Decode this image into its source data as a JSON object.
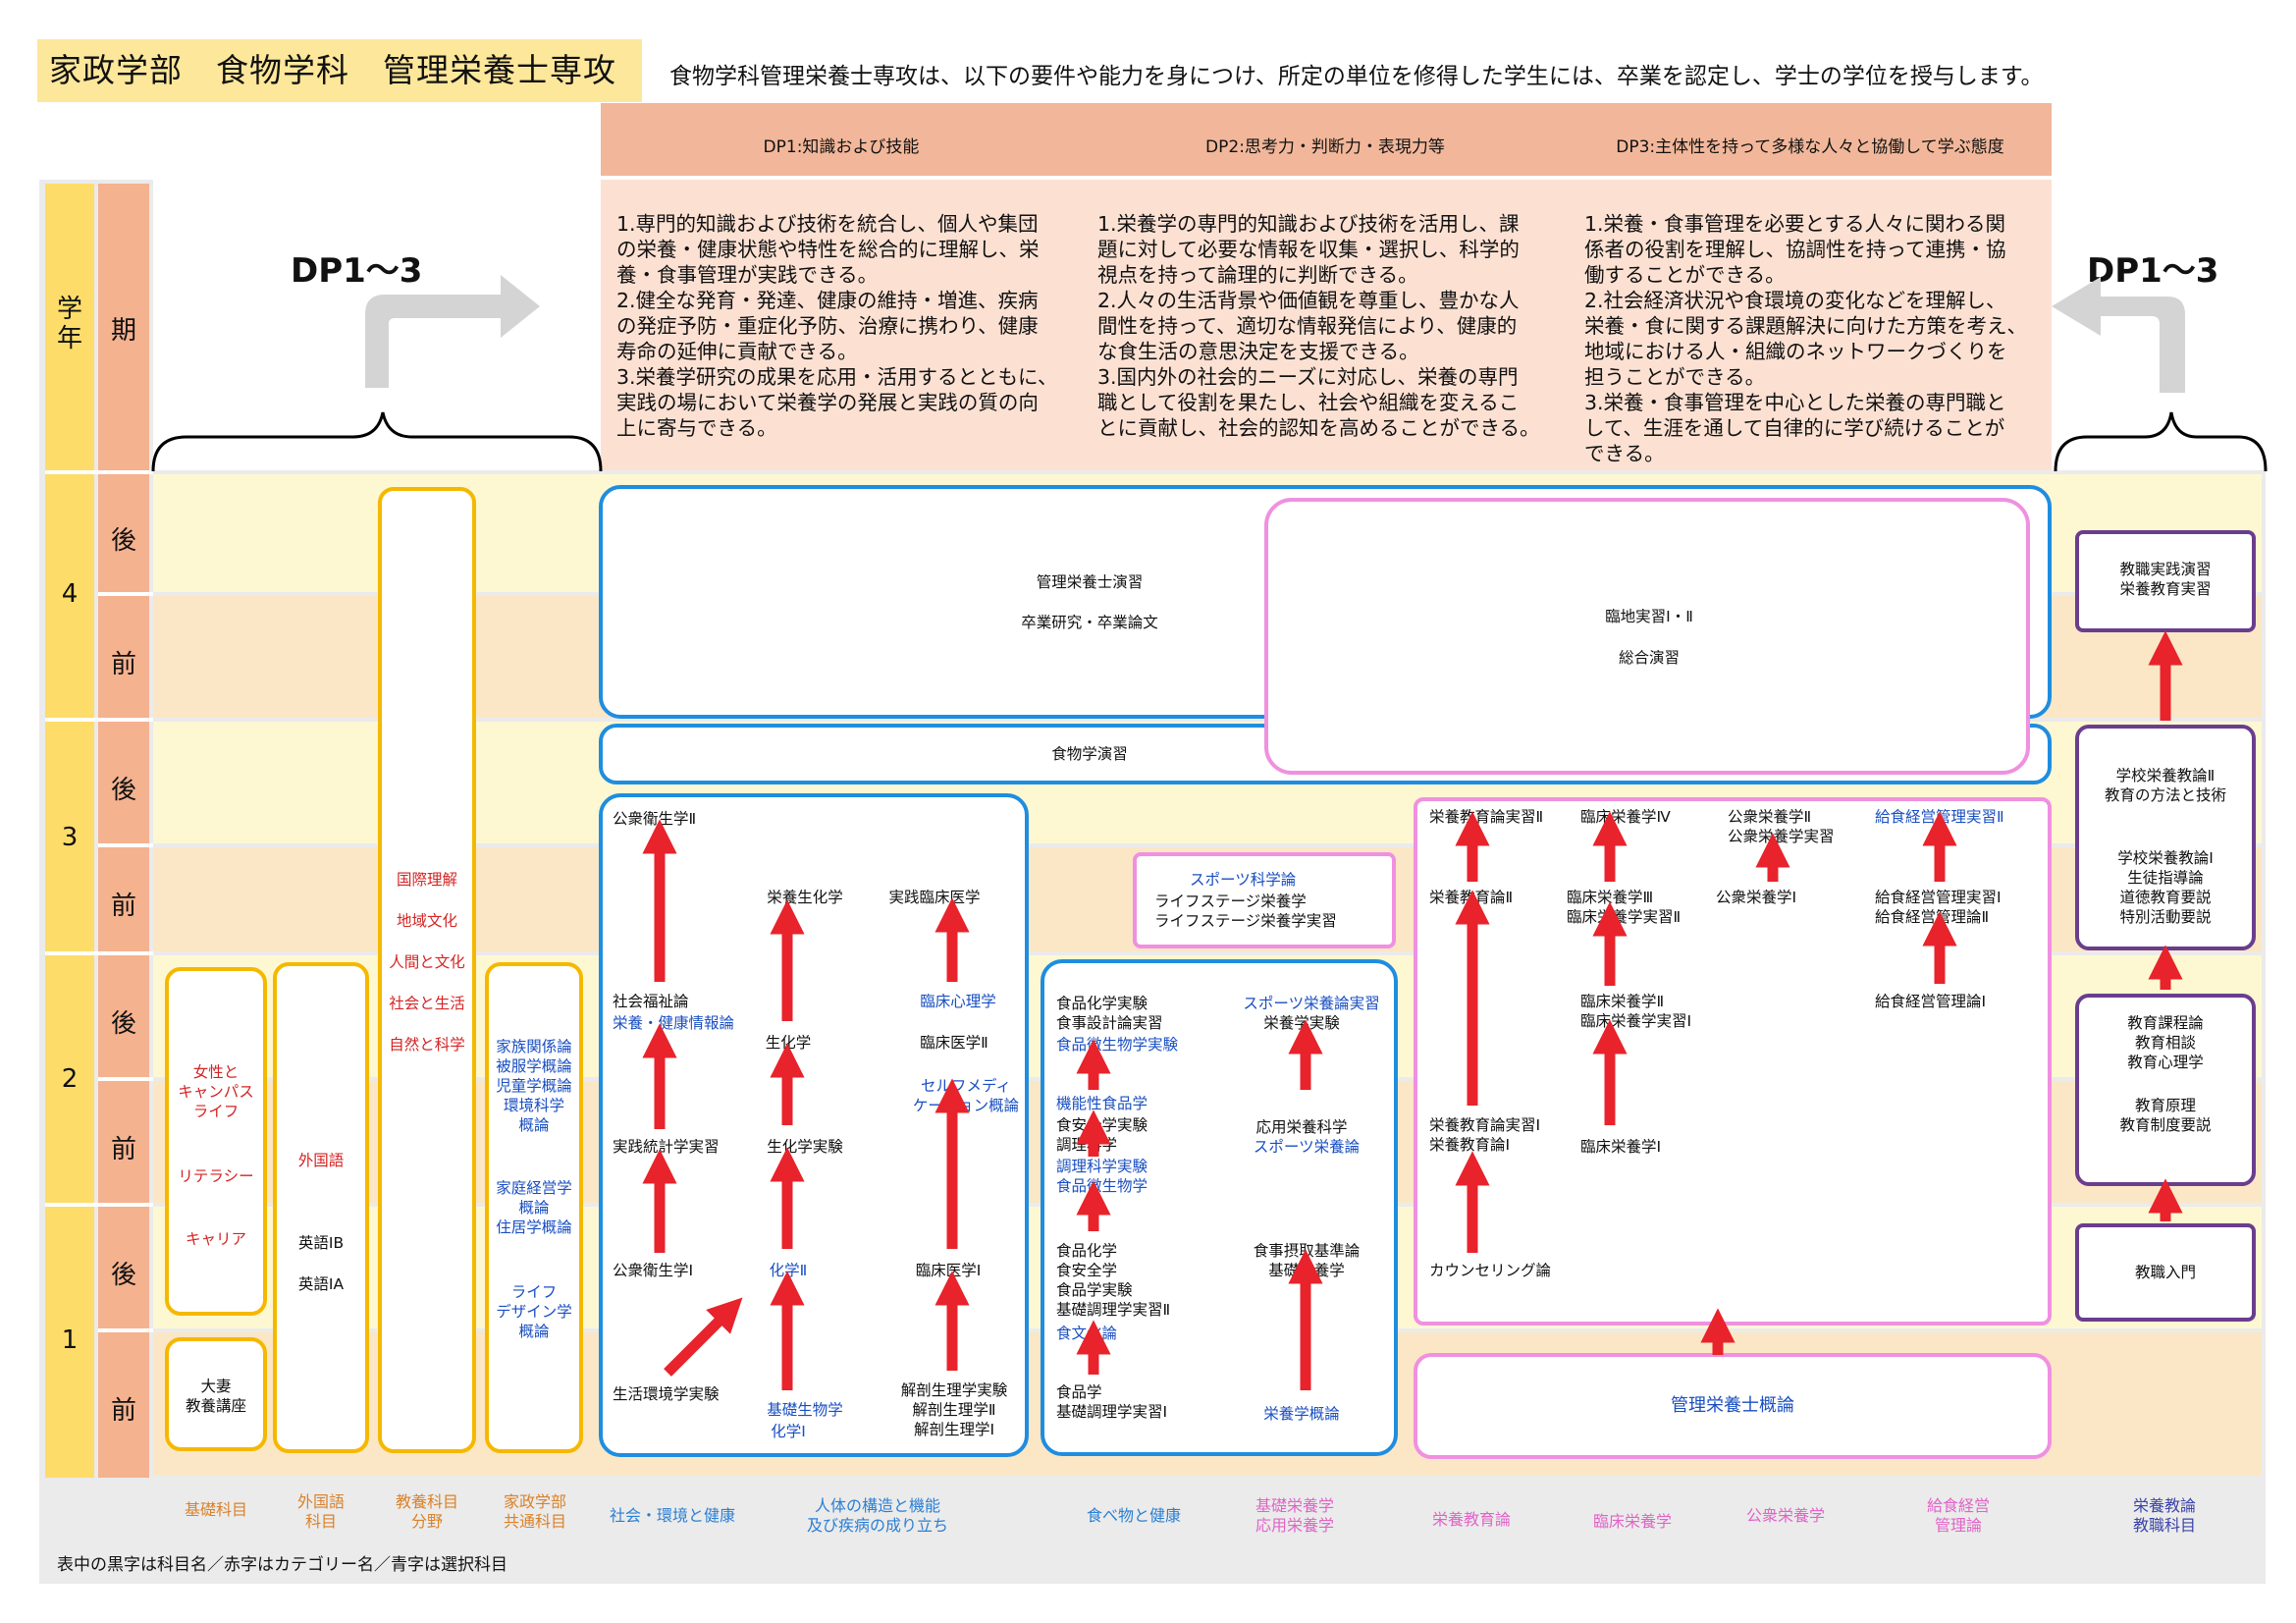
{
  "title": "家政学部　食物学科　管理栄養士専攻",
  "intro": "食物学科管理栄養士専攻は、以下の要件や能力を身につけ、所定の単位を修得した学生には、卒業を認定し、学士の学位を授与します。",
  "dp_headers": [
    "DP1:知識および技能",
    "DP2:思考力・判断力・表現力等",
    "DP3:主体性を持って多様な人々と協働して学ぶ態度"
  ],
  "dp_texts": [
    "1.専門的知識および技術を統合し、個人や集団\nの栄養・健康状態や特性を総合的に理解し、栄\n養・食事管理が実践できる。\n2.健全な発育・発達、健康の維持・増進、疾病\nの発症予防・重症化予防、治療に携わり、健康\n寿命の延伸に貢献できる。\n3.栄養学研究の成果を応用・活用するとともに、\n実践の場において栄養学の発展と実践の質の向\n上に寄与できる。",
    "1.栄養学の専門的知識および技術を活用し、課\n題に対して必要な情報を収集・選択し、科学的\n視点を持って論理的に判断できる。\n2.人々の生活背景や価値観を尊重し、豊かな人\n間性を持って、適切な情報発信により、健康的\nな食生活の意思決定を支援できる。\n3.国内外の社会的ニーズに対応し、栄養の専門\n職として役割を果たし、社会や組織を変えるこ\nとに貢献し、社会的認知を高めることができる。",
    "1.栄養・食事管理を必要とする人々に関わる関\n係者の役割を理解し、協調性を持って連携・協\n働することができる。\n2.社会経済状況や食環境の変化などを理解し、\n栄養・食に関する課題解決に向けた方策を考え、\n地域における人・組織のネットワークづくりを\n担うことができる。\n3.栄養・食事管理を中心とした栄養の専門職と\nして、生涯を通して自律的に学び続けることが\nできる。"
  ],
  "dp_range": "DP1～3",
  "axis": {
    "grade": "学年",
    "term": "期",
    "years": [
      "4",
      "3",
      "2",
      "1"
    ],
    "terms": [
      "後",
      "前",
      "後",
      "前",
      "後",
      "前",
      "後",
      "前"
    ]
  },
  "kiso": {
    "cats": [
      "女性と\nキャンパス\nライフ",
      "リテラシー",
      "キャリア"
    ],
    "course": "大妻\n教養講座"
  },
  "gaikokugo": {
    "cat": "外国語",
    "courses": [
      "英語ⅠB",
      "英語ⅠA"
    ]
  },
  "kyoyo": {
    "cats": [
      "国際理解",
      "地域文化",
      "人間と文化",
      "社会と生活",
      "自然と科学"
    ]
  },
  "kasei": {
    "items": [
      "家族関係論\n被服学概論\n児童学概論\n環境科学\n概論",
      "家庭経営学\n概論\n住居学概論",
      "ライフ\nデザイン学\n概論"
    ]
  },
  "top_box": {
    "a": "管理栄養士演習",
    "b": "卒業研究・卒業論文"
  },
  "rinchi": {
    "a": "臨地実習Ⅰ・Ⅱ",
    "b": "総合演習"
  },
  "shokumotsu_enshu": "食物学演習",
  "shakai": {
    "koshu2": "公衆衛生学Ⅱ",
    "fukushi": "社会福祉論",
    "joho": "栄養・健康情報論",
    "tokei": "実践統計学実習",
    "koshu1": "公衆衛生学Ⅰ",
    "kankyo": "生活環境学実験"
  },
  "jintai": {
    "eiyoseika": "栄養生化学",
    "jissenrinsho": "実践臨床医学",
    "shinri": "臨床心理学",
    "seika": "生化学",
    "rinsho2": "臨床医学Ⅱ",
    "self": "セルフメディ\nケーション概論",
    "seikajikken": "生化学実験",
    "kagaku2": "化学Ⅱ",
    "rinsho1": "臨床医学Ⅰ",
    "kiso_bio": "基礎生物学",
    "kagaku1": "化学Ⅰ",
    "kaibo": "解剖生理学実験\n解剖生理学Ⅱ\n解剖生理学Ⅰ"
  },
  "sports": {
    "a": "スポーツ科学論",
    "b": "ライフステージ栄養学\nライフステージ栄養学実習"
  },
  "tabemono": {
    "l1": "食品化学実験\n食事設計論実習",
    "l2": "食品微生物学実験",
    "l3": "機能性食品学",
    "l4": "食安全学実験\n調理科学",
    "l5": "調理科学実験\n食品微生物学",
    "l6": "食品化学\n食安全学\n食品学実験\n基礎調理学実習Ⅱ",
    "l7": "食文化論",
    "l8": "食品学\n基礎調理学実習Ⅰ"
  },
  "kiso_eiyo": {
    "a": "スポーツ栄養論実習",
    "b": "栄養学実験",
    "c": "応用栄養科学",
    "d": "スポーツ栄養論",
    "e": "食事摂取基準論\n基礎栄養学",
    "f": "栄養学概論"
  },
  "senmon": {
    "kyoiku": "栄養教育論実習Ⅱ",
    "kyoiku2": "栄養教育論Ⅱ",
    "kyoiku1": "栄養教育論実習Ⅰ\n栄養教育論Ⅰ",
    "counsel": "カウンセリング論",
    "rin4": "臨床栄養学Ⅳ",
    "rin3": "臨床栄養学Ⅲ\n臨床栄養学実習Ⅱ",
    "rin2": "臨床栄養学Ⅱ\n臨床栄養学実習Ⅰ",
    "rin1": "臨床栄養学Ⅰ",
    "ko2": "公衆栄養学Ⅱ\n公衆栄養学実習",
    "ko1": "公衆栄養学Ⅰ",
    "kyu_jisshu2": "給食経営管理実習Ⅱ",
    "kyu3": "給食経営管理実習Ⅰ\n給食経営管理論Ⅱ",
    "kyu1": "給食経営管理論Ⅰ"
  },
  "gairon": "管理栄養士概論",
  "kyoshoku": {
    "a": "教職実践演習\n栄養教育実習",
    "b": "学校栄養教論Ⅱ\n教育の方法と技術",
    "c": "学校栄養教論Ⅰ\n生徒指導論\n道徳教育要説\n特別活動要説",
    "d": "教育課程論\n教育相談\n教育心理学",
    "e": "教育原理\n教育制度要説",
    "f": "教職入門"
  },
  "bottom_labels": [
    "基礎科目",
    "外国語\n科目",
    "教養科目\n分野",
    "家政学部\n共通科目",
    "社会・環境と健康",
    "人体の構造と機能\n及び疾病の成り立ち",
    "食べ物と健康",
    "基礎栄養学\n応用栄養学",
    "栄養教育論",
    "臨床栄養学",
    "公衆栄養学",
    "給食経営\n管理論",
    "栄養教論\n教職科目"
  ],
  "legend": "表中の黒字は科目名／赤字はカテゴリー名／青字は選択科目",
  "colors": {
    "title_bg": "#fde79a",
    "dp_header": "#f2b79a",
    "dp_cell": "#fce1d3",
    "grade_col": "#fddc6a",
    "term_col": "#f4b28f",
    "yellow_box": "#f5b800",
    "blue_box": "#1f8de0",
    "pink_box": "#f090e0",
    "purple_box": "#6b3d8d",
    "arrow": "#e8232b"
  }
}
